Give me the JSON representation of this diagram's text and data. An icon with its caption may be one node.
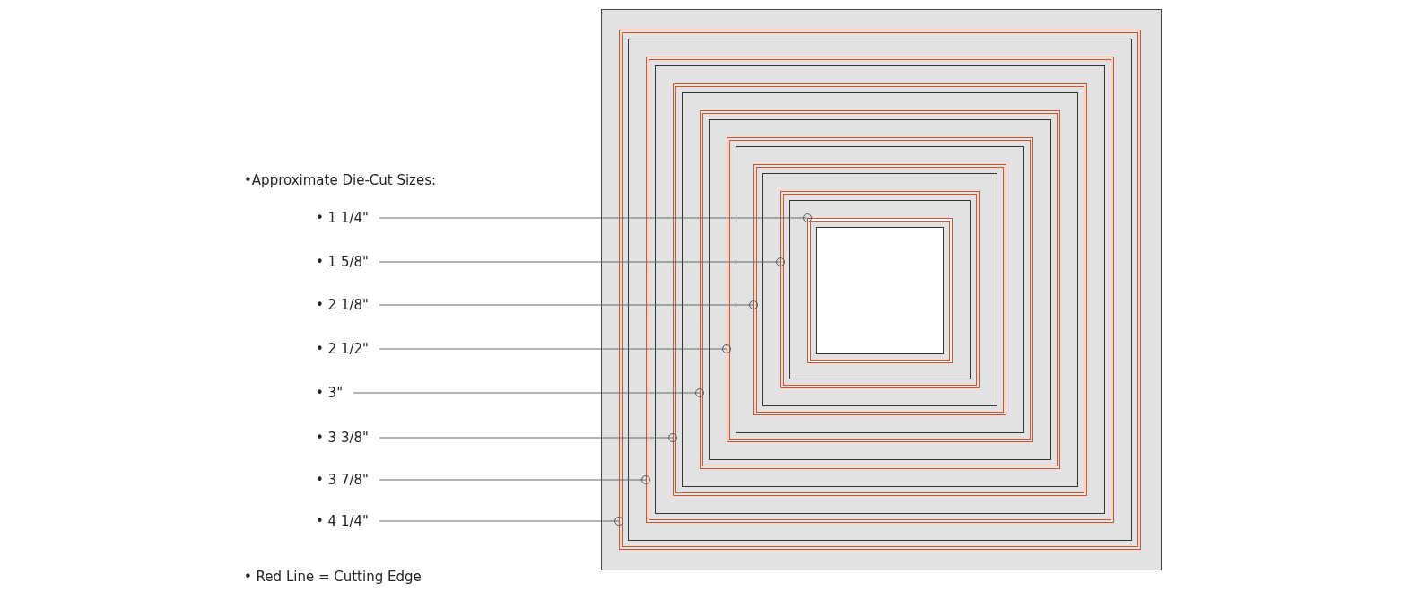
{
  "diagram": {
    "nodes": [
      {
        "text": [],
        "shape": "box"
      },
      {
        "text": [],
        "shape": "box",
        "in": 0
      },
      {
        "text": [],
        "shape": "box",
        "in": 1
      },
      {
        "text": [],
        "shape": "box",
        "in": 2
      },
      {
        "text": [],
        "shape": "box",
        "in": 3
      },
      {
        "text": [],
        "shape": "box",
        "in": 4
      },
      {
        "text": [],
        "shape": "box",
        "in": 5
      },
      {
        "text": [],
        "shape": "box",
        "in": 6
      },
      {
        "text": [
          "• 1 1/4\""
        ]
      },
      {
        "text": [
          "• 1 5/8\""
        ]
      },
      {
        "text": [
          "• 2 1/8\""
        ]
      },
      {
        "text": [
          "• 2 1/2\""
        ]
      },
      {
        "text": [
          "• 3\""
        ]
      },
      {
        "text": [
          "• 3 3/8\""
        ]
      },
      {
        "text": [
          "• 3 7/8\""
        ]
      },
      {
        "text": [
          "• 4 1/4\""
        ]
      }
    ],
    "edges": [
      {
        "from": 8,
        "to": 7,
        "arrow": "other"
      },
      {
        "from": 9,
        "to": 6,
        "arrow": "other"
      },
      {
        "from": 10,
        "to": 5,
        "arrow": "other"
      },
      {
        "from": 11,
        "to": 4,
        "arrow": "other"
      },
      {
        "from": 12,
        "to": 3,
        "arrow": "other"
      },
      {
        "from": 13,
        "to": 2,
        "arrow": "other"
      },
      {
        "from": 14,
        "to": 1,
        "arrow": "other"
      },
      {
        "from": 15,
        "to": 0,
        "arrow": "other"
      }
    ],
    "labels": [
      "•Approximate Die-Cut Sizes:",
      "• Red Line = Cutting Edge"
    ]
  }
}
